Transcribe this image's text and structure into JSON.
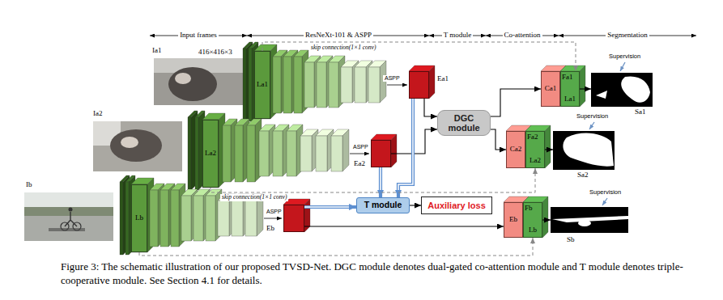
{
  "diagram": {
    "caption": "Figure 3: The schematic illustration of our proposed TVSD-Net. DGC module denotes dual-gated co-attention module and T module denotes triple-cooperative module. See Section 4.1 for details.",
    "nodes": [
      {
        "text": [
          "Ia1"
        ]
      },
      {
        "text": [
          "Ia2"
        ]
      },
      {
        "text": [
          "Ib"
        ]
      },
      {
        "text": [
          "La1"
        ]
      },
      {
        "text": [
          "La2"
        ]
      },
      {
        "text": [
          "Lb"
        ]
      },
      {
        "text": [
          "Ea1"
        ]
      },
      {
        "text": [
          "Ea2"
        ]
      },
      {
        "text": [
          "Eb"
        ]
      },
      {
        "text": [
          "DGC module"
        ]
      },
      {
        "text": [
          "T module"
        ]
      },
      {
        "text": [
          "Auxiliary loss"
        ]
      },
      {
        "text": [
          "Ca1"
        ]
      },
      {
        "text": [
          "La1"
        ]
      },
      {
        "text": [
          "Ca2"
        ]
      },
      {
        "text": [
          "La2"
        ]
      },
      {
        "text": [
          "Eb"
        ]
      },
      {
        "text": [
          "Lb"
        ]
      },
      {
        "text": [
          "Sa1"
        ]
      },
      {
        "text": [
          "Sa2"
        ]
      },
      {
        "text": [
          "Sb"
        ]
      }
    ],
    "edges": [
      {
        "from": 6,
        "to": 9,
        "arrow": "to"
      },
      {
        "from": 7,
        "to": 9,
        "arrow": "to"
      },
      {
        "from": 9,
        "to": 12,
        "arrow": "to"
      },
      {
        "from": 9,
        "to": 14,
        "arrow": "to"
      },
      {
        "from": 6,
        "to": 10,
        "arrow": "to"
      },
      {
        "from": 7,
        "to": 10,
        "arrow": "to"
      },
      {
        "from": 8,
        "to": 10,
        "arrow": "to"
      },
      {
        "from": 10,
        "to": 11,
        "arrow": "to"
      },
      {
        "from": 8,
        "to": 16,
        "arrow": "to"
      },
      {
        "from": 3,
        "to": 13,
        "arrow": "to"
      },
      {
        "from": 4,
        "to": 15,
        "arrow": "to"
      },
      {
        "from": 5,
        "to": 17,
        "arrow": "to"
      },
      {
        "from": 13,
        "to": 18,
        "arrow": "to"
      },
      {
        "from": 15,
        "to": 19,
        "arrow": "to"
      },
      {
        "from": 17,
        "to": 20,
        "arrow": "to"
      }
    ],
    "labels": [
      "Input frames",
      "ResNeXt-101 & ASPP",
      "T module",
      "Co-attention",
      "Segmentation",
      "416×416×3",
      "skip connection(1×1 conv)",
      "ASPP",
      "ASPP",
      "skip connection(1×1 conv)",
      "ASPP",
      "Fa1",
      "Supervision",
      "Fa2",
      "Supervision",
      "Fb",
      "Supervision"
    ]
  }
}
